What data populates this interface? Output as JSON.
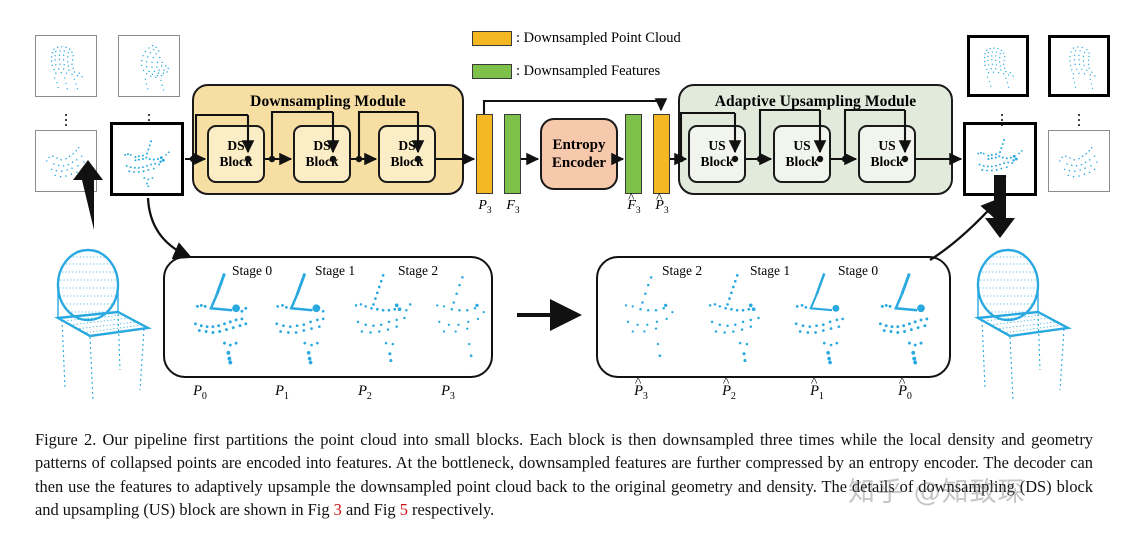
{
  "legend": {
    "items": [
      {
        "name": "downsampled-point-cloud",
        "color": "#F5B722",
        "label": ": Downsampled Point Cloud"
      },
      {
        "name": "downsampled-features",
        "color": "#7DC14B",
        "label": ": Downsampled Features"
      }
    ]
  },
  "encoder": {
    "module_title": "Downsampling Module",
    "module_color": "#F7DFA4",
    "block_color": "#FBEDC6",
    "blocks": [
      {
        "line1": "DS",
        "line2": "Block"
      },
      {
        "line1": "DS",
        "line2": "Block"
      },
      {
        "line1": "DS",
        "line2": "Block"
      }
    ]
  },
  "decoder": {
    "module_title": "Adaptive Upsampling  Module",
    "module_color": "#E2EBDB",
    "block_color": "#F1F5EE",
    "blocks": [
      {
        "line1": "US",
        "line2": "Block"
      },
      {
        "line1": "US",
        "line2": "Block"
      },
      {
        "line1": "US",
        "line2": "Block"
      }
    ]
  },
  "bottleneck": {
    "entropy": {
      "line1": "Entropy",
      "line2": "Encoder",
      "color": "#F7C9AC"
    },
    "bars": [
      {
        "name": "p3-bar",
        "color": "#F5B722",
        "label_base": "P",
        "label_sub": "3",
        "hat": false
      },
      {
        "name": "f3-bar",
        "color": "#7DC14B",
        "label_base": "F",
        "label_sub": "3",
        "hat": false
      },
      {
        "name": "f3-hat-bar",
        "color": "#7DC14B",
        "label_base": "F",
        "label_sub": "3",
        "hat": true
      },
      {
        "name": "p3-hat-bar",
        "color": "#F5B722",
        "label_base": "P",
        "label_sub": "3",
        "hat": true
      }
    ]
  },
  "left_panel": {
    "stages": [
      "Stage 0",
      "Stage 1",
      "Stage 2"
    ],
    "labels": [
      {
        "base": "P",
        "sub": "0",
        "hat": false
      },
      {
        "base": "P",
        "sub": "1",
        "hat": false
      },
      {
        "base": "P",
        "sub": "2",
        "hat": false
      },
      {
        "base": "P",
        "sub": "3",
        "hat": false
      }
    ]
  },
  "right_panel": {
    "stages": [
      "Stage 2",
      "Stage 1",
      "Stage 0"
    ],
    "labels": [
      {
        "base": "P",
        "sub": "3",
        "hat": true
      },
      {
        "base": "P",
        "sub": "2",
        "hat": true
      },
      {
        "base": "P",
        "sub": "1",
        "hat": true
      },
      {
        "base": "P",
        "sub": "0",
        "hat": true
      }
    ]
  },
  "caption": {
    "part1": "Figure 2. Our pipeline first partitions the point cloud into small blocks. Each block is then downsampled three times while the local density and geometry patterns of collapsed points are encoded into features. At the bottleneck, downsampled features are further compressed by an entropy encoder. The decoder can then use the features to adaptively upsample the downsampled point cloud back to the original geometry and density. The details of downsampling (DS) block and upsampling (US) block are shown in Fig ",
    "ref1": "3",
    "part2": " and Fig ",
    "ref2": "5",
    "part3": " respectively."
  },
  "watermark": {
    "text": "知乎 @知致琛"
  },
  "colors": {
    "point_cloud": "#29A9E0",
    "outline": "#111111"
  }
}
